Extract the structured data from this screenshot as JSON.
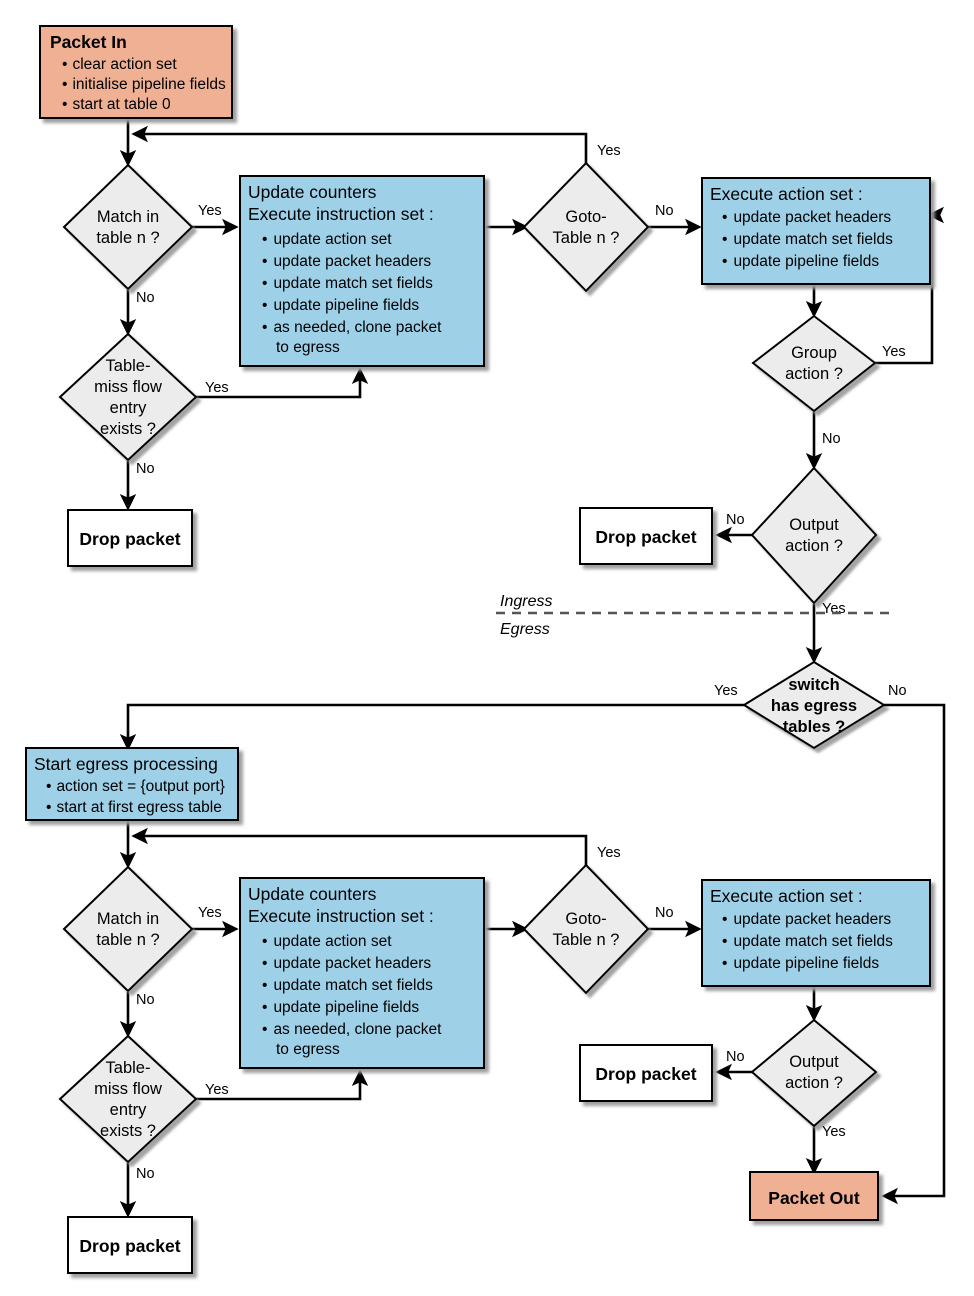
{
  "diagram": {
    "title": "OpenFlow packet processing pipeline flowchart",
    "colors": {
      "packet_box_fill": "#efb094",
      "process_box_fill": "#9ed0e8",
      "decision_fill": "#ececec",
      "terminal_fill": "#ffffff",
      "stroke": "#000000",
      "divider": "#555555"
    },
    "stage_labels": {
      "ingress": "Ingress",
      "egress": "Egress"
    },
    "ingress": {
      "packet_in": {
        "title": "Packet In",
        "bullets": [
          "clear action set",
          "initialise pipeline fields",
          "start at table 0"
        ]
      },
      "match_table": {
        "line1": "Match in",
        "line2": "table n ?"
      },
      "table_miss": {
        "line1": "Table-",
        "line2": "miss flow",
        "line3": "entry",
        "line4": "exists ?"
      },
      "drop_packet": "Drop packet",
      "update_counters": {
        "title1": "Update counters",
        "title2": "Execute instruction set :",
        "bullets": [
          "update action set",
          "update packet headers",
          "update match set fields",
          "update pipeline fields",
          "as needed, clone packet",
          "to egress"
        ]
      },
      "goto_table": {
        "line1": "Goto-",
        "line2": "Table n ?"
      },
      "execute_action_set": {
        "title": "Execute action set :",
        "bullets": [
          "update packet headers",
          "update match set fields",
          "update pipeline fields"
        ]
      },
      "group_action": {
        "line1": "Group",
        "line2": "action ?"
      },
      "output_action": {
        "line1": "Output",
        "line2": "action ?"
      },
      "drop_packet_2": "Drop packet",
      "edge_labels": {
        "match_yes": "Yes",
        "match_no": "No",
        "tablemiss_yes": "Yes",
        "tablemiss_no": "No",
        "goto_yes": "Yes",
        "goto_no": "No",
        "group_yes": "Yes",
        "group_no": "No",
        "output_no": "No",
        "output_yes": "Yes"
      }
    },
    "switch_egress": {
      "line1": "switch",
      "line2": "has egress",
      "line3": "tables ?",
      "yes": "Yes",
      "no": "No"
    },
    "egress": {
      "start_egress": {
        "title": "Start egress processing",
        "bullets": [
          "action set = {output port}",
          "start at first egress table"
        ]
      },
      "match_table": {
        "line1": "Match in",
        "line2": "table n ?"
      },
      "table_miss": {
        "line1": "Table-",
        "line2": "miss flow",
        "line3": "entry",
        "line4": "exists ?"
      },
      "drop_packet": "Drop packet",
      "update_counters": {
        "title1": "Update counters",
        "title2": "Execute instruction set :",
        "bullets": [
          "update action set",
          "update packet headers",
          "update match set fields",
          "update pipeline fields",
          "as needed, clone packet",
          "to egress"
        ]
      },
      "goto_table": {
        "line1": "Goto-",
        "line2": "Table n ?"
      },
      "execute_action_set": {
        "title": "Execute action set :",
        "bullets": [
          "update packet headers",
          "update match set fields",
          "update pipeline fields"
        ]
      },
      "output_action": {
        "line1": "Output",
        "line2": "action ?"
      },
      "drop_packet_2": "Drop packet",
      "packet_out": "Packet Out",
      "edge_labels": {
        "match_yes": "Yes",
        "match_no": "No",
        "tablemiss_yes": "Yes",
        "tablemiss_no": "No",
        "goto_yes": "Yes",
        "goto_no": "No",
        "output_no": "No",
        "output_yes": "Yes"
      }
    },
    "bullet_glyph": "•"
  }
}
